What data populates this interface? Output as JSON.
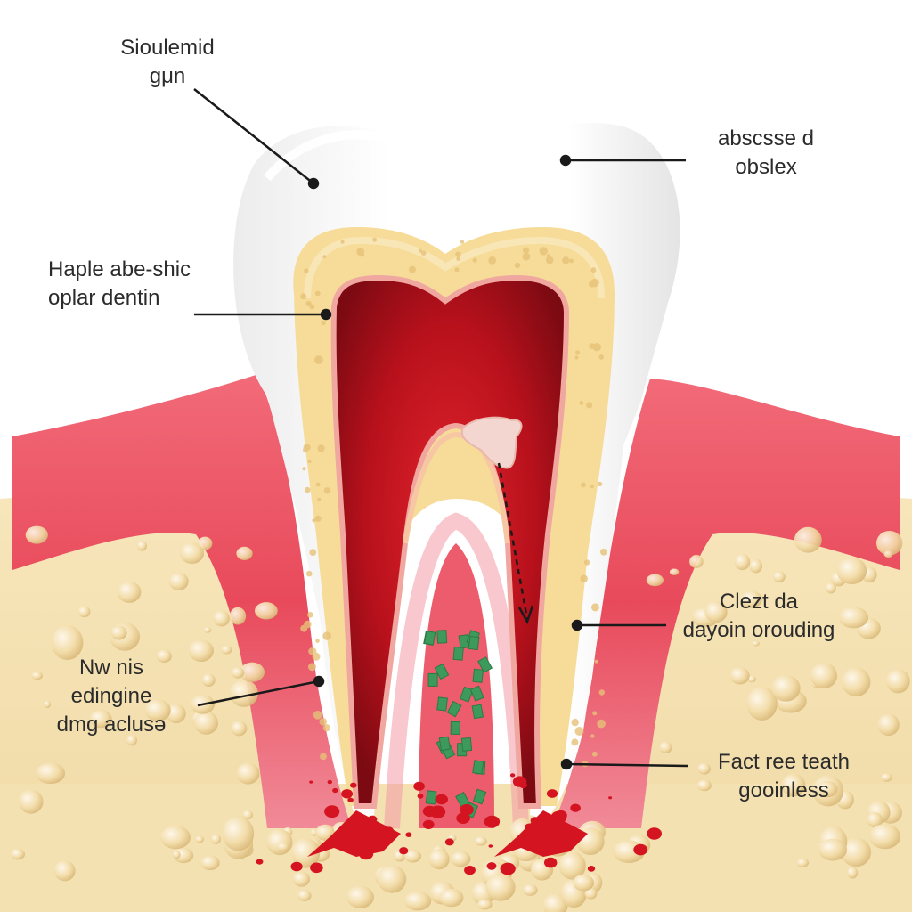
{
  "diagram": {
    "labels": [
      {
        "id": "top-left",
        "lines": [
          "Sioulemid",
          "gμn"
        ]
      },
      {
        "id": "top-right",
        "lines": [
          "abscsse d",
          "obslex"
        ]
      },
      {
        "id": "mid-left",
        "lines": [
          "Haple abe-shic",
          "oplar dentin"
        ]
      },
      {
        "id": "mid-right",
        "lines": [
          "Clezt da",
          "dayoin orouding"
        ]
      },
      {
        "id": "low-left",
        "lines": [
          "Nw nis",
          "edingine",
          "dmg aclusə"
        ]
      },
      {
        "id": "low-right",
        "lines": [
          "Fact ree teath",
          "gooinless"
        ]
      }
    ],
    "colors": {
      "enamel": "#ffffff",
      "dentin": "#f6dc98",
      "pulp": "#b5101c",
      "gum": "#e9495b",
      "bone": "#f5e0ad",
      "blood": "#d41420",
      "bacteria": "#3e9a5c",
      "leader": "#1a1a1a"
    }
  }
}
